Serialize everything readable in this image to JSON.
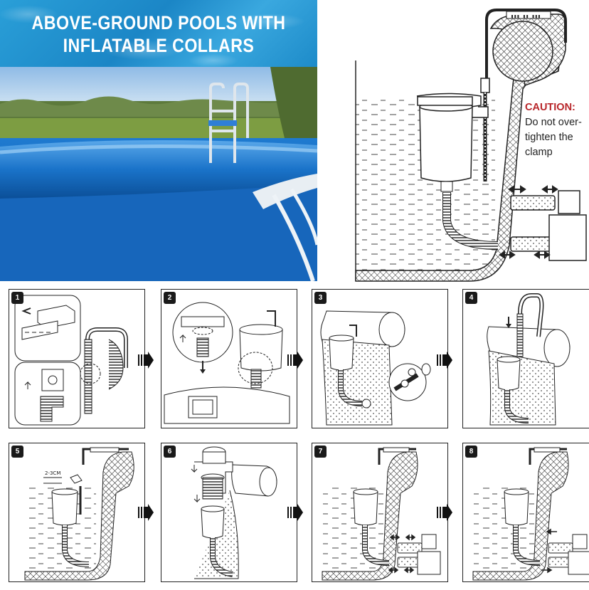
{
  "banner": {
    "line1": "ABOVE-GROUND POOLS WITH",
    "line2": "INFLATABLE COLLARS"
  },
  "caution": {
    "label": "CAUTION:",
    "text": "Do not over-tighten the clamp"
  },
  "steps": [
    {
      "number": "1"
    },
    {
      "number": "2"
    },
    {
      "number": "3"
    },
    {
      "number": "4"
    },
    {
      "number": "5",
      "measure": "2-3CM"
    },
    {
      "number": "6"
    },
    {
      "number": "7"
    },
    {
      "number": "8"
    }
  ],
  "colors": {
    "banner_blue": "#1b86c6",
    "pool_blue": "#1467b8",
    "caution_red": "#b8262a"
  }
}
